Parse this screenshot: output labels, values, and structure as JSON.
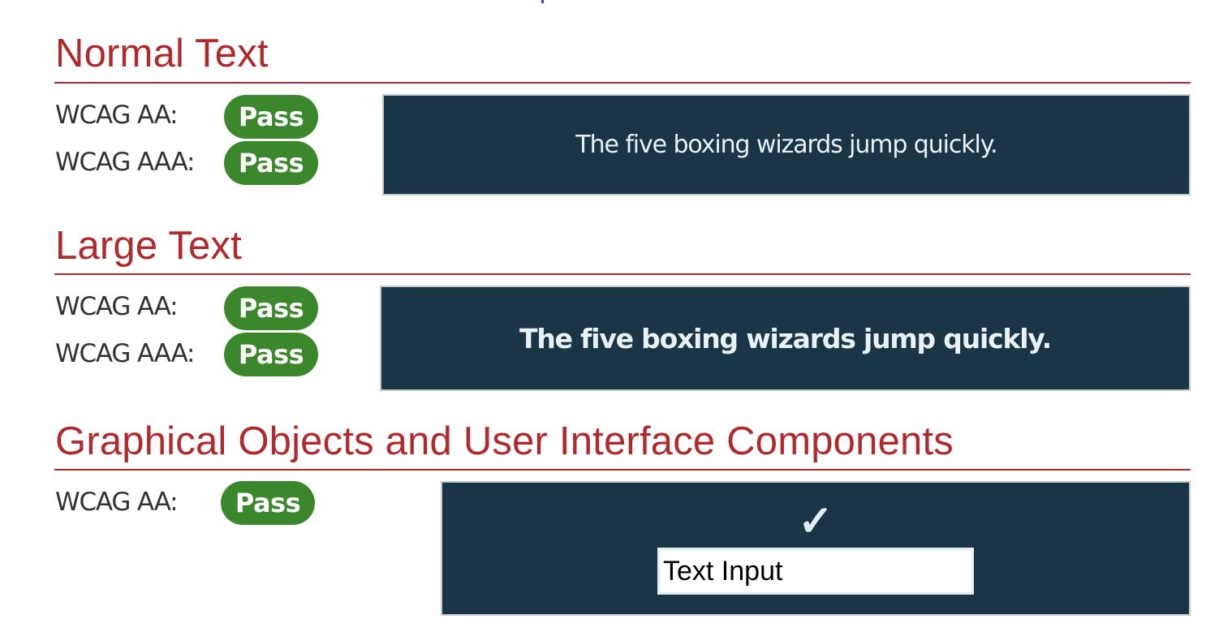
{
  "colors": {
    "heading": "#b02a2d",
    "pass_badge": "#3b872b",
    "preview_background": "#1a3545",
    "preview_foreground": "#e8f2f7",
    "label_text": "#333333"
  },
  "sections": [
    {
      "title": "Normal Text",
      "results": [
        {
          "label": "WCAG AA:",
          "status": "Pass"
        },
        {
          "label": "WCAG AAA:",
          "status": "Pass"
        }
      ],
      "preview_text": "The five boxing wizards jump quickly."
    },
    {
      "title": "Large Text",
      "results": [
        {
          "label": "WCAG AA:",
          "status": "Pass"
        },
        {
          "label": "WCAG AAA:",
          "status": "Pass"
        }
      ],
      "preview_text": "The five boxing wizards jump quickly."
    },
    {
      "title": "Graphical Objects and User Interface Components",
      "results": [
        {
          "label": "WCAG AA:",
          "status": "Pass"
        }
      ],
      "preview_icon": "checkmark-icon",
      "preview_icon_glyph": "✓",
      "input_value": "Text Input"
    }
  ]
}
